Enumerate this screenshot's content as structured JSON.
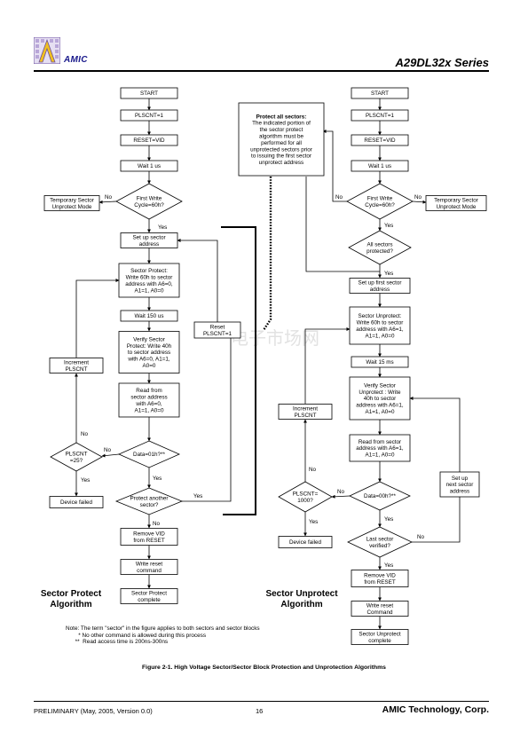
{
  "header": {
    "brand": "AMIC",
    "series": "A29DL32x Series"
  },
  "protect": {
    "start": "START",
    "plscnt1": "PLSCNT=1",
    "reset_vid": "RESET=VID",
    "wait1": "Wait 1 us",
    "first_write": [
      "First Write",
      "Cycle=60h?"
    ],
    "temp_unprotect": [
      "Temporary Sector",
      "Unprotect Mode"
    ],
    "setup": [
      "Set up sector",
      "address"
    ],
    "sector_protect": [
      "Sector Protect:",
      "Write 60h to sector",
      "address with A6=0,",
      "A1=1, A0=0"
    ],
    "wait150": "Wait 150 us",
    "verify": [
      "Verify Sector",
      "Protect: Write 40h",
      "to sector address",
      "with A6=0, A1=1,",
      "A0=0"
    ],
    "read": [
      "Read from",
      "sector address",
      "with A6=0,",
      "A1=1, A0=0"
    ],
    "data01": "Data=01h?**",
    "increment": [
      "Increment",
      "PLSCNT"
    ],
    "plscnt25": [
      "PLSCNT",
      "=25?"
    ],
    "device_failed": "Device failed",
    "protect_another": [
      "Protect another",
      "sector?"
    ],
    "reset_plscnt": [
      "Reset",
      "PLSCNT=1"
    ],
    "remove_vid": [
      "Remove VID",
      "from RESET"
    ],
    "write_reset": [
      "Write reset",
      "command"
    ],
    "complete": [
      "Sector Protect",
      "complete"
    ],
    "title": [
      "Sector Protect",
      "Algorithm"
    ]
  },
  "protect_all_note": [
    "Protect all sectors:",
    "The indicated portion of",
    "the sector protect",
    "algorithm must be",
    "performed for all",
    "unprotected sectors prior",
    "to issuing the first sector",
    "unprotect address"
  ],
  "unprotect": {
    "start": "START",
    "plscnt1": "PLSCNT=1",
    "reset_vid": "RESET=VID",
    "wait1": "Wait 1 us",
    "first_write": [
      "First Write",
      "Cycle=60h?"
    ],
    "temp_unprotect": [
      "Temporary Sector",
      "Unprotect Mode"
    ],
    "all_protected": [
      "All sectors",
      "protected?"
    ],
    "setup_first": [
      "Set up first sector",
      "address"
    ],
    "sector_unprotect": [
      "Sector Unprotect:",
      "Write 60h to sector",
      "address with A6=1,",
      "A1=1, A0=0"
    ],
    "wait15": "Wait 15 ms",
    "verify": [
      "Verify Sector",
      "Unprotect : Write",
      "40h to sector",
      "address with A6=1,",
      "A1=1, A0=0"
    ],
    "read": [
      "Read from sector",
      "address with A6=1,",
      "A1=1, A0=0"
    ],
    "data00": "Data=00h?**",
    "increment": [
      "Increment",
      "PLSCNT"
    ],
    "plscnt1000": [
      "PLSCNT=",
      "1000?"
    ],
    "device_failed": "Device failed",
    "last_sector": [
      "Last sector",
      "verified?"
    ],
    "setup_next": [
      "Set up",
      "next sector",
      "address"
    ],
    "remove_vid": [
      "Remove VID",
      "from RESET"
    ],
    "write_reset": [
      "Write reset",
      "Command"
    ],
    "complete": [
      "Sector Unprotect",
      "complete"
    ],
    "title": [
      "Sector Unprotect",
      "Algorithm"
    ]
  },
  "words": {
    "yes": "Yes",
    "no": "No"
  },
  "watermark": "电子市场网",
  "notes": [
    "Note: The term \"sector\" in the figure applies to both sectors and sector blocks",
    "        * No other command is allowed during this process",
    "      **  Read access time is 200ns-300ns"
  ],
  "caption": "Figure 2-1. High Voltage Sector/Sector Block Protection and Unprotection Algorithms",
  "footer": {
    "left": "PRELIMINARY   (May, 2005, Version 0.0)",
    "page": "16",
    "right": "AMIC Technology, Corp."
  },
  "colors": {
    "text": "#000000",
    "logo_border": "#6a4fa0",
    "logo_fill": "#f0c020",
    "brand": "#1a1a8c"
  }
}
